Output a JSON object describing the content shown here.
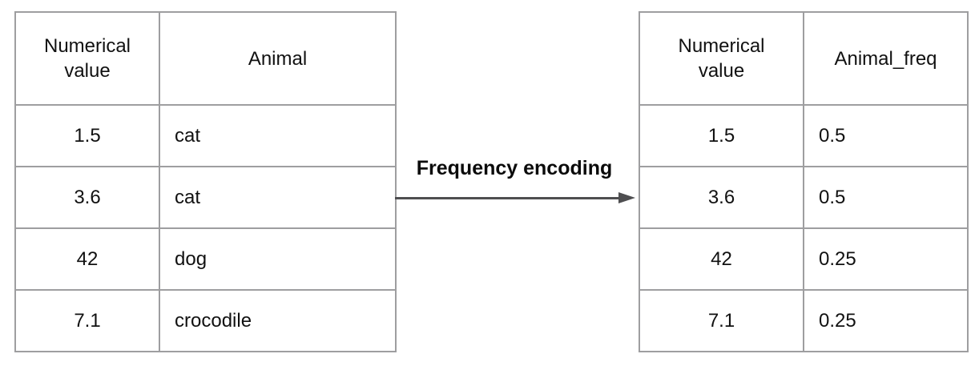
{
  "diagram": {
    "arrow_label": "Frequency encoding",
    "arrow_direction": "right"
  },
  "left_table": {
    "headers": [
      "Numerical value",
      "Animal"
    ],
    "rows": [
      [
        "1.5",
        "cat"
      ],
      [
        "3.6",
        "cat"
      ],
      [
        "42",
        "dog"
      ],
      [
        "7.1",
        "crocodile"
      ]
    ]
  },
  "right_table": {
    "headers": [
      "Numerical value",
      "Animal_freq"
    ],
    "rows": [
      [
        "1.5",
        "0.5"
      ],
      [
        "3.6",
        "0.5"
      ],
      [
        "42",
        "0.25"
      ],
      [
        "7.1",
        "0.25"
      ]
    ]
  },
  "colors": {
    "table_border": "#9e9ea0",
    "arrow": "#4e4e50",
    "text": "#111111",
    "background": "#ffffff"
  }
}
